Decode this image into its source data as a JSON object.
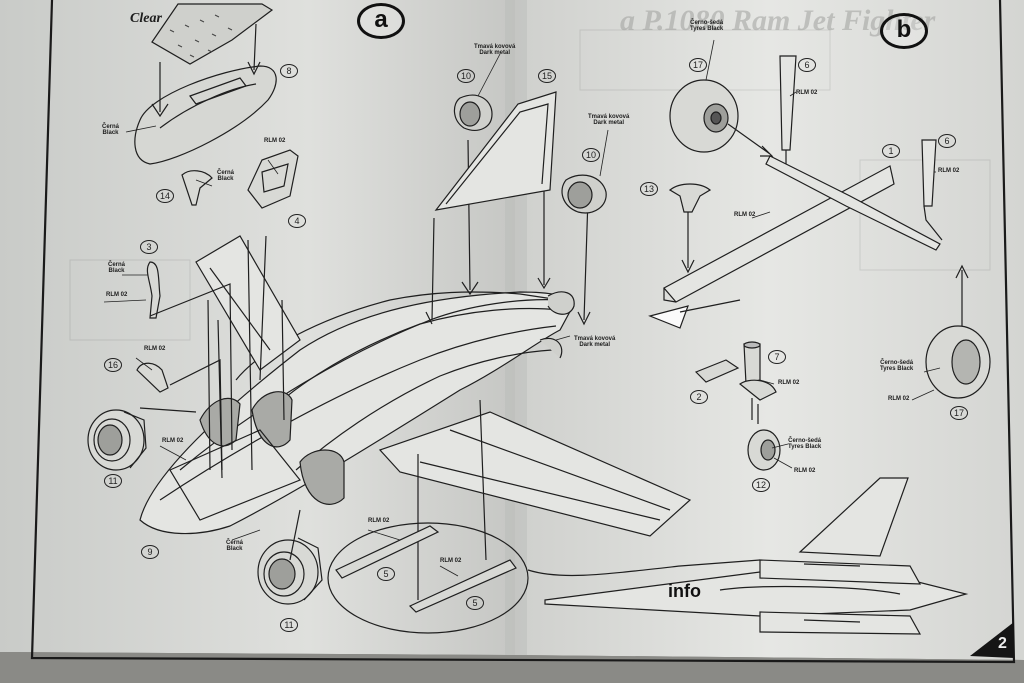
{
  "steps": {
    "a": "a",
    "b": "b"
  },
  "labels": {
    "clear": "Clear",
    "black_cz": "Černá",
    "black_en": "Black",
    "rlm02": "RLM 02",
    "dark_metal_cz": "Tmavá kovová",
    "dark_metal_en": "Dark metal",
    "tyres_black_cz": "Černo-šedá",
    "tyres_black_en": "Tyres Black",
    "info": "info"
  },
  "callouts": {
    "c8": "8",
    "c14": "14",
    "c4": "4",
    "c3": "3",
    "c16": "16",
    "c11a": "11",
    "c9": "9",
    "c11b": "11",
    "c5a": "5",
    "c5b": "5",
    "c10a": "10",
    "c15": "15",
    "c10b": "10",
    "c17a": "17",
    "c6a": "6",
    "c1": "1",
    "c6b": "6",
    "c13": "13",
    "c7": "7",
    "c2": "2",
    "c12": "12",
    "c17b": "17"
  },
  "page_number": "2"
}
